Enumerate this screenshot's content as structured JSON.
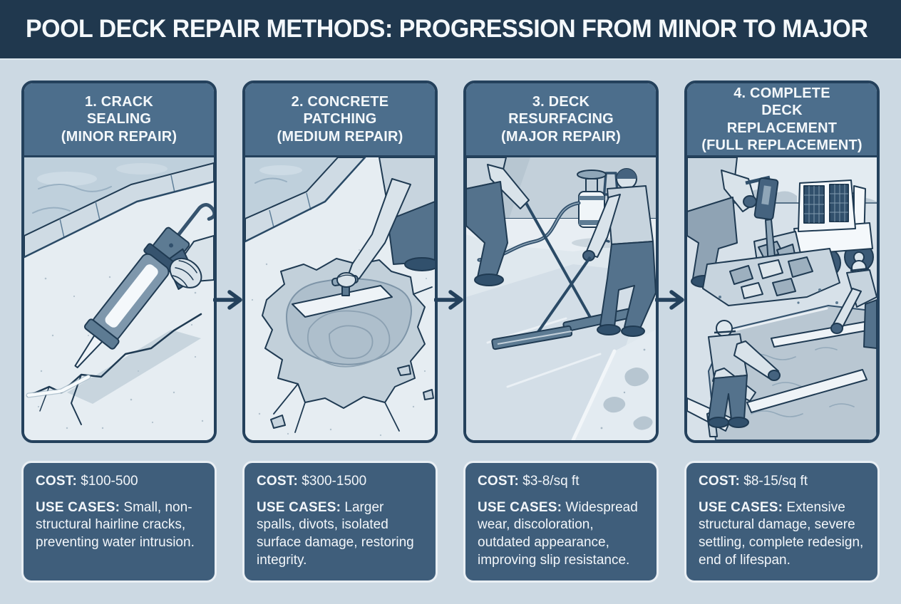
{
  "header": {
    "title": "POOL DECK REPAIR METHODS: PROGRESSION FROM MINOR TO MAJOR"
  },
  "steps": [
    {
      "title": "1. CRACK SEALING",
      "subtitle": "(MINOR REPAIR)",
      "illustration": "caulking-gun-sealing-crack-by-pool",
      "cost_label": "COST:",
      "cost_value": "$100-500",
      "use_cases_label": "USE CASES:",
      "use_cases": "Small, non-structural hairline cracks, preventing water intrusion."
    },
    {
      "title": "2. CONCRETE PATCHING",
      "subtitle": "(MEDIUM REPAIR)",
      "illustration": "trowel-smoothing-concrete-patch",
      "cost_label": "COST:",
      "cost_value": "$300-1500",
      "use_cases_label": "USE CASES:",
      "use_cases": "Larger spalls, divots, isolated surface damage, restoring integrity."
    },
    {
      "title": "3. DECK RESURFACING",
      "subtitle": "(MAJOR REPAIR)",
      "illustration": "workers-applying-resurfacing-coat",
      "cost_label": "COST:",
      "cost_value": "$3-8/sq ft",
      "use_cases_label": "USE CASES:",
      "use_cases": "Widespread wear, discoloration, outdated appearance, improving slip resistance."
    },
    {
      "title": "4. COMPLETE DECK REPLACEMENT",
      "subtitle": "(FULL REPLACEMENT)",
      "illustration": "demolition-skid-steer-and-new-concrete-pour",
      "cost_label": "COST:",
      "cost_value": "$8-15/sq ft",
      "use_cases_label": "USE CASES:",
      "use_cases": "Extensive structural damage, severe settling, complete redesign, end of lifespan."
    }
  ],
  "colors": {
    "banner": "#20384e",
    "page_background": "#ccd9e3",
    "panel_header": "#4c6e8c",
    "panel_border": "#24415c",
    "card_background": "#3f5e7b",
    "card_border": "#e9eff4",
    "arrow": "#24415c",
    "text_on_dark": "#f4f8fb"
  }
}
